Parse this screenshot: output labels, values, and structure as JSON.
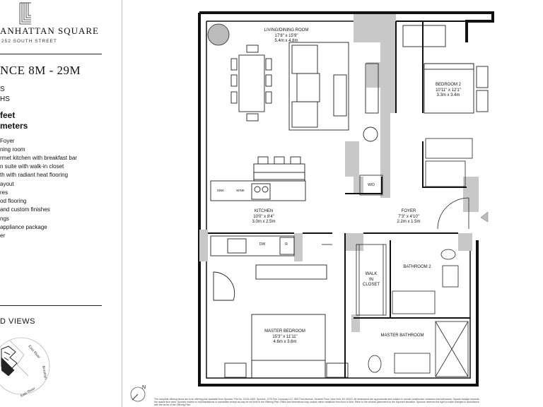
{
  "brand": {
    "name": "ANHATTAN SQUARE",
    "address": "252 SOUTH STREET"
  },
  "residence": {
    "title": "NCE 8M - 29M",
    "bedrooms": "S",
    "bathrooms": "HS",
    "square_feet": "feet",
    "square_meters": "meters"
  },
  "features": [
    "Foyer",
    "ning room",
    "rmet kitchen with breakfast bar",
    "n suite with walk-in closet",
    "th with radiant heat flooring",
    "ayout",
    "res",
    "od flooring",
    "and custom finishes",
    "ngs",
    "appliance package",
    "er"
  ],
  "views": {
    "title": "D VIEWS",
    "east_river": "East River",
    "brooklyn": "Brooklyn"
  },
  "rooms": {
    "living": {
      "name": "LIVING/DINING ROOM",
      "imperial": "17'8\" x 15'9\"",
      "metric": "5.4m x 4.8m"
    },
    "bedroom2": {
      "name": "BEDROOM 2",
      "imperial": "10'11\" x 12'1\"",
      "metric": "3.3m x 3.4m"
    },
    "kitchen": {
      "name": "KITCHEN",
      "imperial": "10'0\" x 8'4\"",
      "metric": "3.0m x 2.5m"
    },
    "foyer": {
      "name": "FOYER",
      "imperial": "7'3\" x 4'10\"",
      "metric": "2.2m x 1.5m"
    },
    "bathroom2": {
      "name": "BATHROOM 2"
    },
    "walkin": {
      "name": "WALK\nIN\nCLOSET"
    },
    "master_bedroom": {
      "name": "MASTER BEDROOM",
      "imperial": "15'3\" x 11'11\"",
      "metric": "4.6m x 3.6m"
    },
    "master_bathroom": {
      "name": "MASTER BATHROOM"
    }
  },
  "appliances": {
    "wd": "W/D",
    "dw": "DW",
    "fridge": "R",
    "wine": "WINE",
    "sink": "SINK"
  },
  "north_label": "N",
  "fine_print": "The complete offering terms are in an offering plan available from Sponsor. File No. CD15-0183. Sponsor: 1275 Fee Company LLC, 805 Third Avenue, Seventh Floor, New York, NY 10022. All dimensions are approximate and subject to normal construction variances and tolerances. Square footage exceeds the usable floor area. Sponsor makes no representations or warranties except as may be set forth in the Offering Plan. Plans and dimensions may contain minor variations from floor to floor. Refer to the window placement on the exposed elevation. Sponsor reserves the right to make changes in accordance with the terms of the Offering Plan."
}
